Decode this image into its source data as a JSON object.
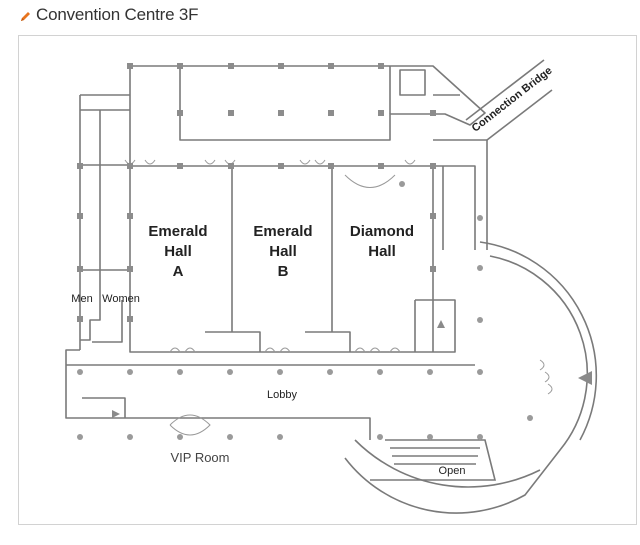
{
  "header": {
    "title": "Convention Centre 3F",
    "accent_color": "#e8741e",
    "icon": "pencil-icon"
  },
  "map": {
    "rooms": {
      "emerald_a": [
        "Emerald",
        "Hall",
        "A"
      ],
      "emerald_b": [
        "Emerald",
        "Hall",
        "B"
      ],
      "diamond": [
        "Diamond",
        "Hall"
      ],
      "men": "Men",
      "women": "Women",
      "lobby": "Lobby",
      "vip": "VIP Room",
      "open": "Open",
      "connection": "Connection Bridge"
    },
    "colors": {
      "wall": "#7a7a7a",
      "pillar": "#8c8c8c",
      "arrow": "#8a8a8a"
    }
  }
}
